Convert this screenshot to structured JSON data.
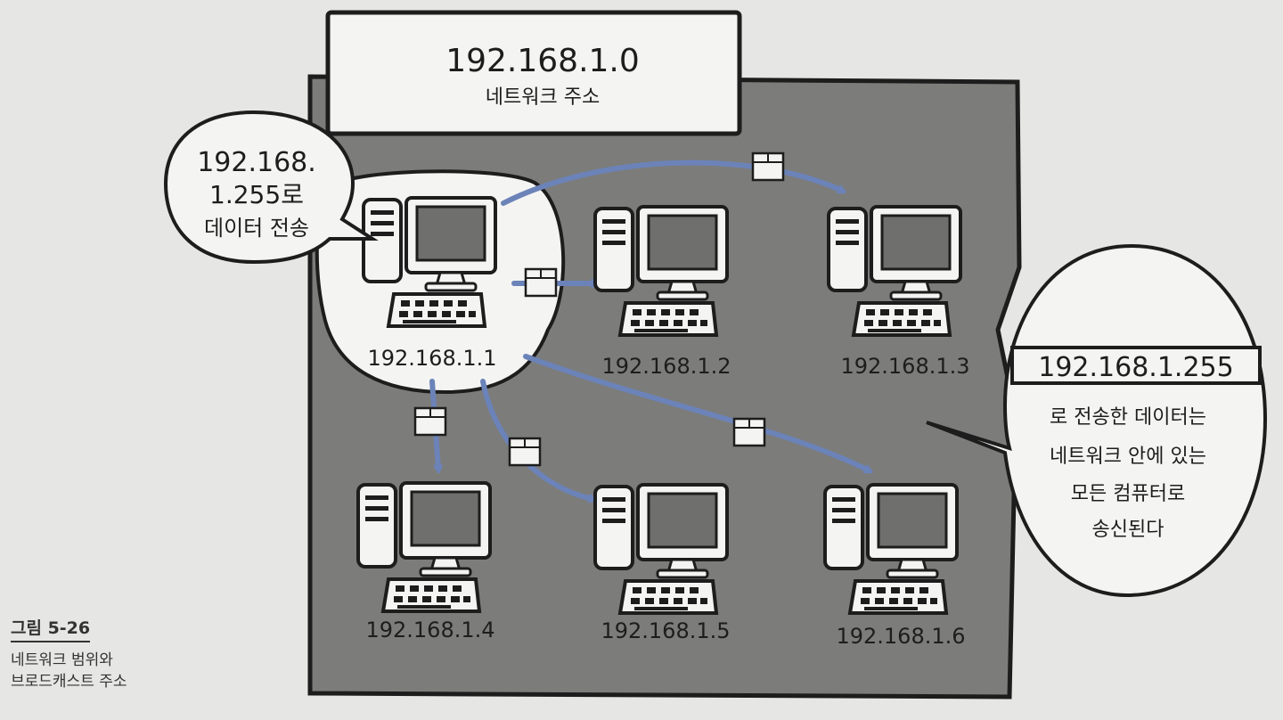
{
  "network": {
    "address": "192.168.1.0",
    "address_label": "네트워크 주소"
  },
  "sender_bubble": {
    "line1": "192.168.",
    "line2": "1.255로",
    "line3": "데이터 전송"
  },
  "computers": [
    {
      "id": "pc1",
      "ip": "192.168.1.1"
    },
    {
      "id": "pc2",
      "ip": "192.168.1.2"
    },
    {
      "id": "pc3",
      "ip": "192.168.1.3"
    },
    {
      "id": "pc4",
      "ip": "192.168.1.4"
    },
    {
      "id": "pc5",
      "ip": "192.168.1.5"
    },
    {
      "id": "pc6",
      "ip": "192.168.1.6"
    }
  ],
  "broadcast_bubble": {
    "address": "192.168.1.255",
    "lines": [
      "로 전송한 데이터는",
      "네트워크 안에 있는",
      "모든 컴퓨터로",
      "송신된다"
    ]
  },
  "caption": {
    "figure": "그림 5-26",
    "line1": "네트워크 범위와",
    "line2": "브로드캐스트 주소"
  },
  "colors": {
    "background": "#e6e7e4",
    "network_area": "#7c7c7a",
    "arrow": "#6b83b8",
    "screen": "#6f6f6d"
  }
}
